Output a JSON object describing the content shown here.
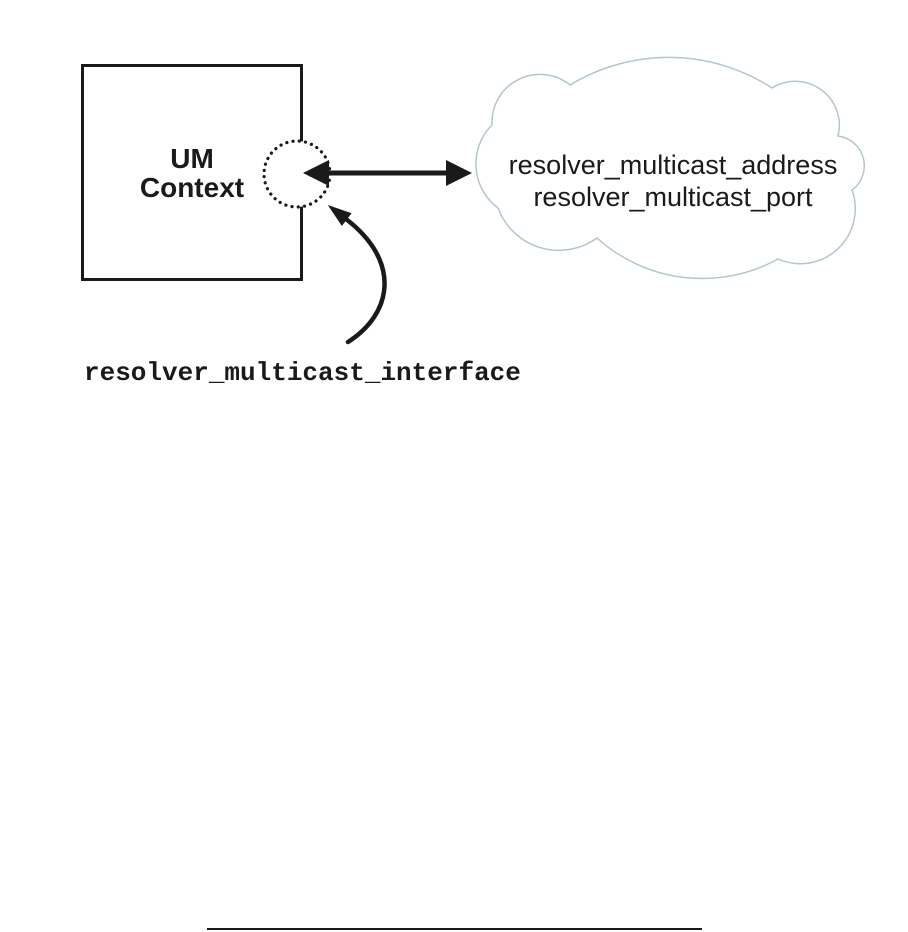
{
  "figure": {
    "context_box": {
      "line1": "UM",
      "line2": "Context"
    },
    "cloud": {
      "line1": "resolver_multicast_address",
      "line2": "resolver_multicast_port"
    },
    "interface_label": "resolver_multicast_interface"
  },
  "icons": {
    "port_circle": "dotted-circle-port-icon",
    "bidirectional_arrow": "double-headed-arrow-icon",
    "callout_arrow": "curved-pointer-arrow-icon"
  },
  "colors": {
    "diagram_stroke": "#1a1a1a",
    "cloud_outline": "#b3c6cc",
    "text": "#1a1a1a",
    "background": "#ffffff"
  }
}
